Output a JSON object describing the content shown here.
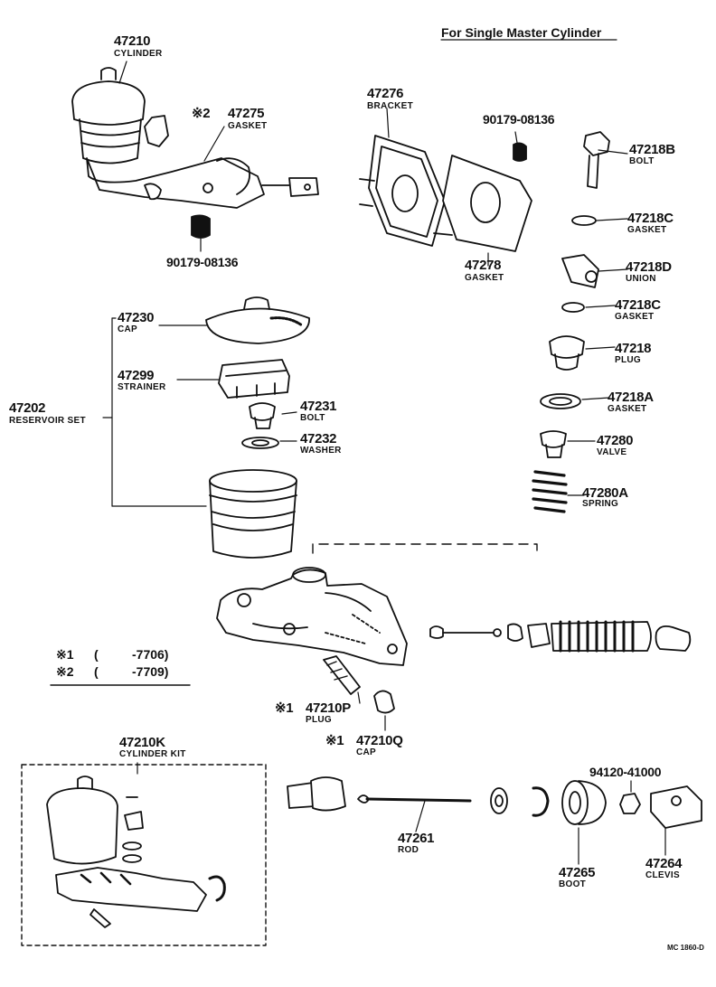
{
  "header": {
    "title": "For Single Master Cylinder"
  },
  "footnotes": [
    {
      "mark": "※1",
      "open": "(",
      "range": "-7706)"
    },
    {
      "mark": "※2",
      "open": "(",
      "range": "-7709)"
    }
  ],
  "callouts": {
    "cylinder": {
      "part": "47210",
      "name": "CYLINDER"
    },
    "gasket_47275": {
      "mark": "※2",
      "part": "47275",
      "name": "GASKET"
    },
    "nut_upper_left": {
      "part": "90179-08136"
    },
    "bracket": {
      "part": "47276",
      "name": "BRACKET"
    },
    "nut_upper_mid": {
      "part": "90179-08136"
    },
    "gasket_47278": {
      "part": "47278",
      "name": "GASKET"
    },
    "bolt_47218B": {
      "part": "47218B",
      "name": "BOLT"
    },
    "gasket_47218C_a": {
      "part": "47218C",
      "name": "GASKET"
    },
    "union_47218D": {
      "part": "47218D",
      "name": "UNION"
    },
    "gasket_47218C_b": {
      "part": "47218C",
      "name": "GASKET"
    },
    "plug_47218": {
      "part": "47218",
      "name": "PLUG"
    },
    "gasket_47218A": {
      "part": "47218A",
      "name": "GASKET"
    },
    "valve_47280": {
      "part": "47280",
      "name": "VALVE"
    },
    "spring_47280A": {
      "part": "47280A",
      "name": "SPRING"
    },
    "reservoir_set": {
      "part": "47202",
      "name": "RESERVOIR SET"
    },
    "cap_47230": {
      "part": "47230",
      "name": "CAP"
    },
    "strainer_47299": {
      "part": "47299",
      "name": "STRAINER"
    },
    "bolt_47231": {
      "part": "47231",
      "name": "BOLT"
    },
    "washer_47232": {
      "part": "47232",
      "name": "WASHER"
    },
    "plug_47210P": {
      "mark": "※1",
      "part": "47210P",
      "name": "PLUG"
    },
    "cap_47210Q": {
      "mark": "※1",
      "part": "47210Q",
      "name": "CAP"
    },
    "cylinder_kit": {
      "part": "47210K",
      "name": "CYLINDER KIT"
    },
    "rod_47261": {
      "part": "47261",
      "name": "ROD"
    },
    "boot_47265": {
      "part": "47265",
      "name": "BOOT"
    },
    "nut_94120": {
      "part": "94120-41000"
    },
    "clevis_47264": {
      "part": "47264",
      "name": "CLEVIS"
    }
  },
  "footer": {
    "code": "MC 1860-D"
  }
}
